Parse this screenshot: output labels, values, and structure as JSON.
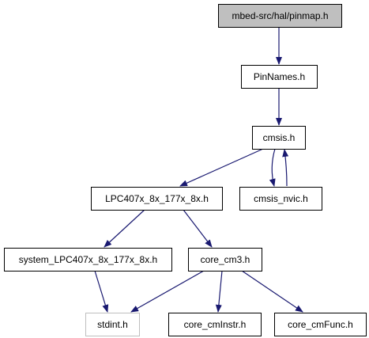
{
  "diagram": {
    "colors": {
      "edge": "#191970",
      "root_fill": "#bfbfbf",
      "node_fill": "#ffffff",
      "node_border": "#000000",
      "missing_border": "#bfbfbf"
    },
    "nodes": [
      {
        "id": "pinmap",
        "label": "mbed-src/hal/pinmap.h",
        "style": "root"
      },
      {
        "id": "pinnames",
        "label": "PinNames.h",
        "style": "normal"
      },
      {
        "id": "cmsis",
        "label": "cmsis.h",
        "style": "normal"
      },
      {
        "id": "cmsis_nvic",
        "label": "cmsis_nvic.h",
        "style": "normal"
      },
      {
        "id": "lpc407x",
        "label": "LPC407x_8x_177x_8x.h",
        "style": "normal"
      },
      {
        "id": "system_lpc",
        "label": "system_LPC407x_8x_177x_8x.h",
        "style": "normal"
      },
      {
        "id": "core_cm3",
        "label": "core_cm3.h",
        "style": "normal"
      },
      {
        "id": "stdint",
        "label": "stdint.h",
        "style": "missing"
      },
      {
        "id": "core_cminstr",
        "label": "core_cmInstr.h",
        "style": "normal"
      },
      {
        "id": "core_cmfunc",
        "label": "core_cmFunc.h",
        "style": "normal"
      }
    ],
    "edges": [
      {
        "from": "pinmap",
        "to": "pinnames"
      },
      {
        "from": "pinnames",
        "to": "cmsis"
      },
      {
        "from": "cmsis",
        "to": "lpc407x"
      },
      {
        "from": "cmsis",
        "to": "cmsis_nvic"
      },
      {
        "from": "cmsis_nvic",
        "to": "cmsis"
      },
      {
        "from": "lpc407x",
        "to": "system_lpc"
      },
      {
        "from": "lpc407x",
        "to": "core_cm3"
      },
      {
        "from": "system_lpc",
        "to": "stdint"
      },
      {
        "from": "core_cm3",
        "to": "stdint"
      },
      {
        "from": "core_cm3",
        "to": "core_cminstr"
      },
      {
        "from": "core_cm3",
        "to": "core_cmfunc"
      }
    ]
  }
}
